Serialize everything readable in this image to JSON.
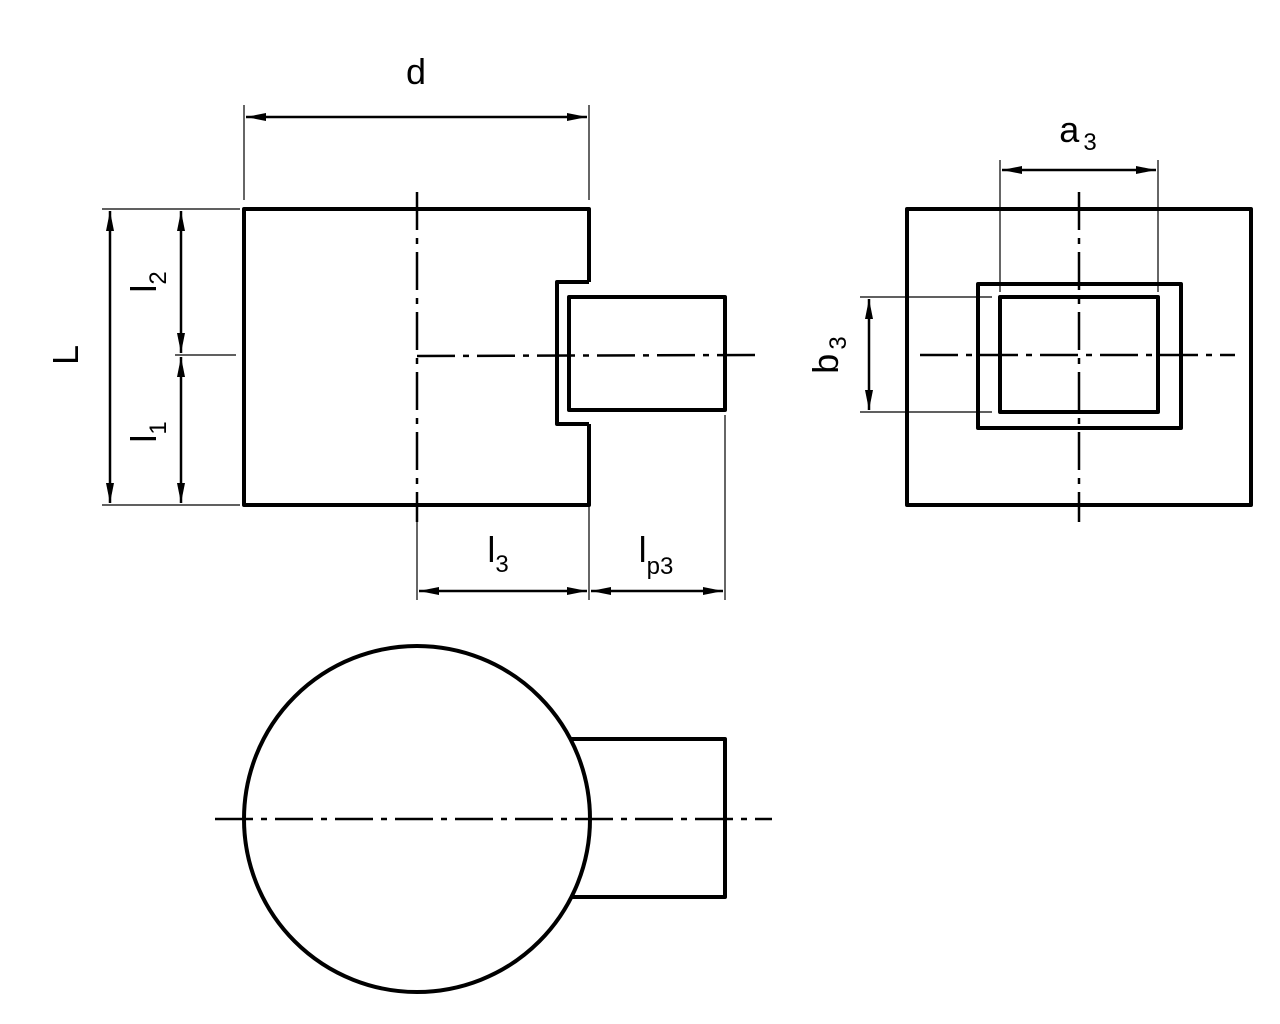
{
  "labels": {
    "d": {
      "main": "d"
    },
    "L": {
      "main": "L"
    },
    "l1": {
      "main": "l",
      "sub": "1"
    },
    "l2": {
      "main": "l",
      "sub": "2"
    },
    "l3": {
      "main": "l",
      "sub": "3"
    },
    "lp3": {
      "main": "l",
      "sub": "p3"
    },
    "a3": {
      "main": "a",
      "sub": "3"
    },
    "b3": {
      "main": "b",
      "sub": "3"
    }
  },
  "colors": {
    "line": "#000000",
    "background": "#ffffff"
  }
}
